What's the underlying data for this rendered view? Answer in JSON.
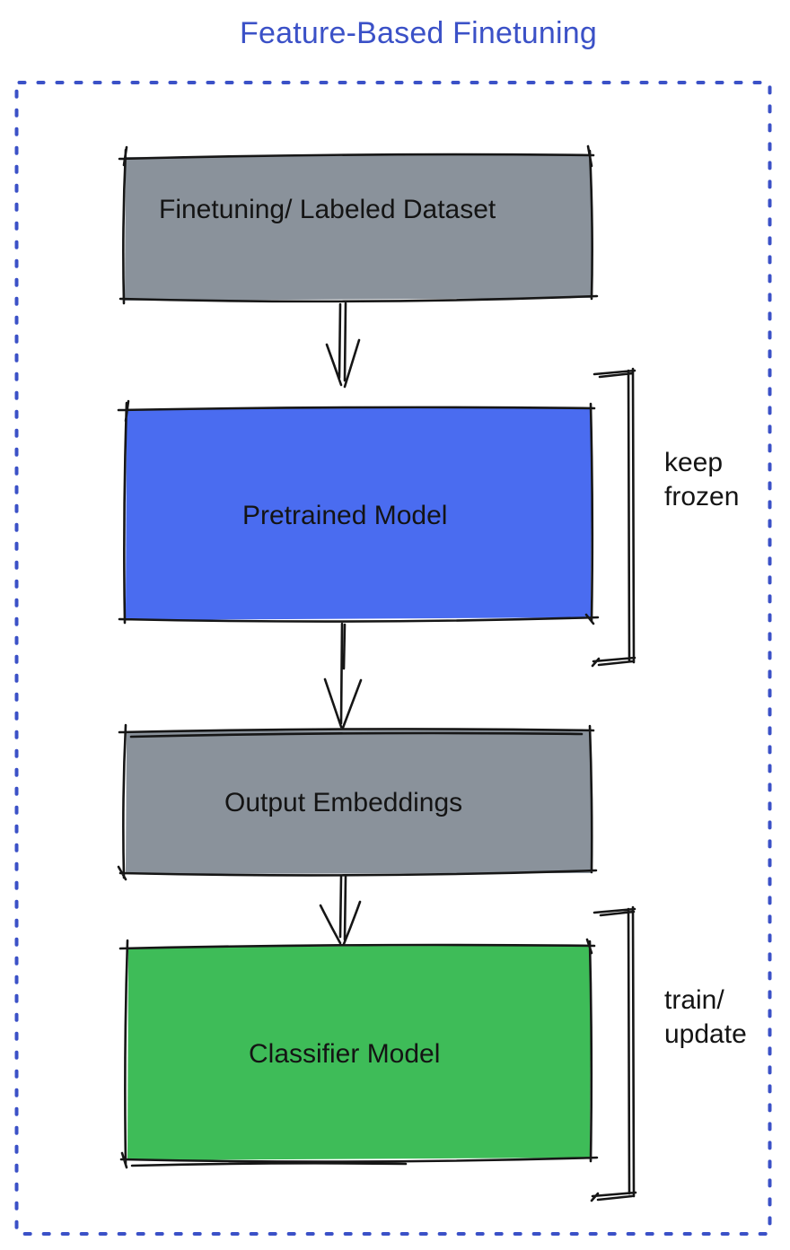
{
  "title": {
    "text": "Feature-Based Finetuning",
    "color": "#3B51C7"
  },
  "frame": {
    "border_color": "#3B51C7"
  },
  "ink_color": "#161616",
  "boxes": [
    {
      "label": "Finetuning/ Labeled Dataset",
      "color": "#8A929B"
    },
    {
      "label": "Pretrained Model",
      "color": "#4A6CF0"
    },
    {
      "label": "Output Embeddings",
      "color": "#8A929B"
    },
    {
      "label": "Classifier Model",
      "color": "#3EBC58"
    }
  ],
  "side_labels": [
    {
      "line1": "keep",
      "line2": "frozen"
    },
    {
      "line1": "train/",
      "line2": "update"
    }
  ]
}
